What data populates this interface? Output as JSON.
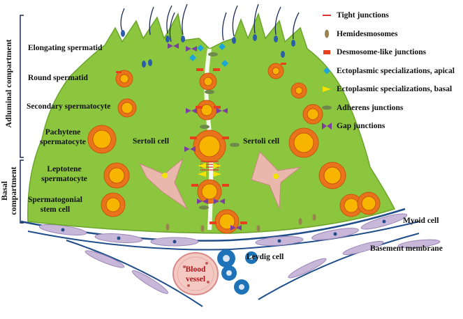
{
  "compartments": {
    "adluminal": "Adluminal compartment",
    "basal_line1": "Basal",
    "basal_line2": "compartment"
  },
  "cell_labels": {
    "elongating": "Elongating spermatid",
    "round": "Round spermatid",
    "secondary": "Secondary spermatocyte",
    "pachytene_1": "Pachytene",
    "pachytene_2": "spermatocyte",
    "leptotene_1": "Leptotene",
    "leptotene_2": "spermatocyte",
    "stem_1": "Spermatogonial",
    "stem_2": "stem cell",
    "sertoli_left": "Sertoli cell",
    "sertoli_right": "Sertoli cell",
    "myoid": "Myoid cell",
    "basement": "Basement membrane",
    "leydig": "Leydig cell",
    "blood_1": "Blood",
    "blood_2": "vessel"
  },
  "legend": [
    {
      "name": "tight-junction",
      "label": "Tight junctions",
      "color": "#d9332b",
      "icon": "line"
    },
    {
      "name": "hemidesmosome",
      "label": "Hemidesmosomes",
      "color": "#9a8150",
      "icon": "ellipse"
    },
    {
      "name": "desmosome-like",
      "label": "Desmosome-like junctions",
      "color": "#e8401c",
      "icon": "rect"
    },
    {
      "name": "ecto-apical",
      "label": "Ectoplasmic specializations, apical",
      "color": "#1aa6d8",
      "icon": "diamond"
    },
    {
      "name": "ecto-basal",
      "label": "Ectoplasmic specializations, basal",
      "color": "#f4e300",
      "icon": "wedge"
    },
    {
      "name": "adherens",
      "label": "Adherens junctions",
      "color": "#6e8a4a",
      "icon": "leaf"
    },
    {
      "name": "gap",
      "label": "Gap junctions",
      "color": "#7b3fa0",
      "icon": "bowtie"
    }
  ],
  "colors": {
    "sertoli": "#8cc63f",
    "sertoli_stroke": "#6aa52b",
    "germ_outer": "#e8731a",
    "germ_inner": "#f7b500",
    "myoid": "#c9b7d9",
    "membrane": "#1f4e8a",
    "leydig": "#1e73b8",
    "vessel": "#f3c9c2"
  }
}
